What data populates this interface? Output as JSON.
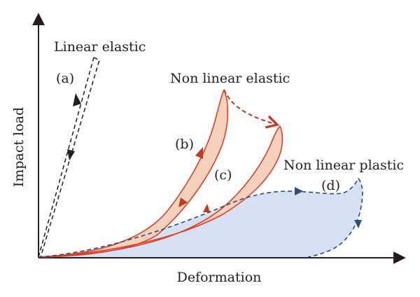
{
  "axes": {
    "y_label": "Impact load",
    "x_label": "Deformation"
  },
  "curves": [
    {
      "id": "a",
      "tag": "(a)",
      "name": "Linear elastic",
      "color": "#231f20"
    },
    {
      "id": "b",
      "tag": "(b)",
      "name": "Non linear elastic",
      "color": "#d9402a"
    },
    {
      "id": "c",
      "tag": "(c)",
      "name": "",
      "color": "#d9402a"
    },
    {
      "id": "d",
      "tag": "(d)",
      "name": "Non linear plastic",
      "color": "#2f4d7e"
    }
  ],
  "colors": {
    "axis": "#231f20",
    "elastic_fill": "#f6d2bd",
    "plastic_fill": "#d6e1f3",
    "elastic_stroke": "#d9402a",
    "transition_arrow": "#c8391f",
    "plastic_stroke": "#2f4d7e"
  }
}
